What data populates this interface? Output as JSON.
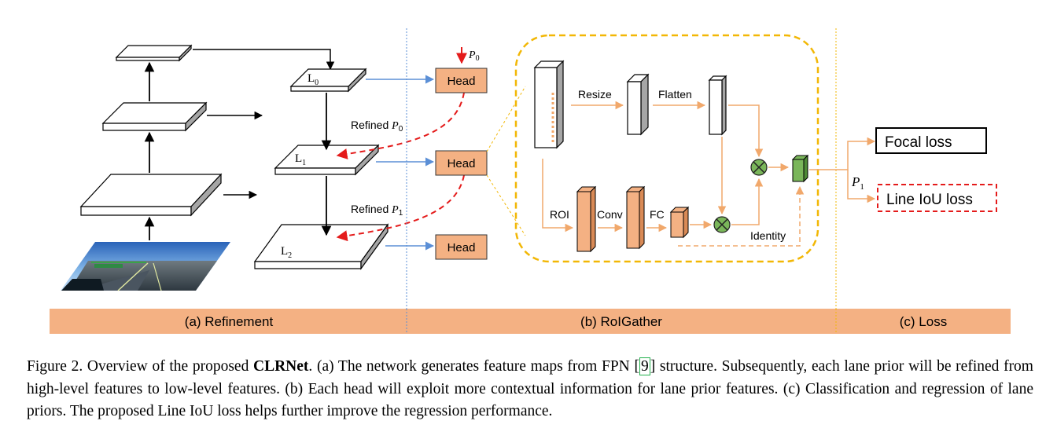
{
  "refinement": {
    "levels": [
      {
        "letter": "L",
        "sub": "0"
      },
      {
        "letter": "L",
        "sub": "1"
      },
      {
        "letter": "L",
        "sub": "2"
      }
    ],
    "refined_labels": [
      {
        "text": "Refined ",
        "sym": "P",
        "sub": "0"
      },
      {
        "text": "Refined ",
        "sym": "P",
        "sub": "1"
      }
    ]
  },
  "prior": {
    "sym": "P",
    "sub": "0"
  },
  "heads": [
    "Head",
    "Head",
    "Head"
  ],
  "roigather": {
    "resize": "Resize",
    "flatten": "Flatten",
    "roi": "ROI",
    "conv": "Conv",
    "fc": "FC",
    "identity": "Identity"
  },
  "loss": {
    "p1": {
      "sym": "P",
      "sub": "1"
    },
    "focal": "Focal loss",
    "line_iou": "Line IoU loss"
  },
  "sections": [
    "(a) Refinement",
    "(b) RoIGather",
    "(c) Loss"
  ],
  "caption": {
    "prefix": "Figure 2. Overview of the proposed ",
    "bold": "CLRNet",
    "part1": ". (a) The network generates feature maps from FPN ",
    "cite_open": "[",
    "cite_num": "9",
    "part2": "] structure. Subsequently, each lane prior will be refined from high-level features to low-level features. (b) Each head will exploit more contextual information for lane prior features. (c) Classification and regression of lane priors. The proposed Line IoU loss helps further improve the regression performance."
  },
  "colors": {
    "head_fill": "#f4b183",
    "band_fill": "#f4b183",
    "orange_line": "#f1a86b",
    "blue_arrow": "#5b8fd6",
    "red_dashed": "#e41b1b",
    "yellow_dashed": "#f2b705",
    "green_block": "#7ab65a"
  }
}
